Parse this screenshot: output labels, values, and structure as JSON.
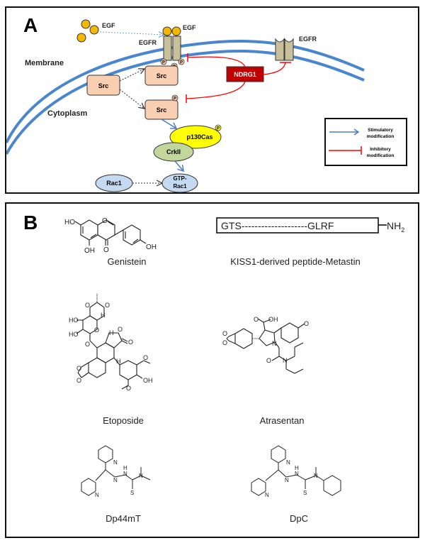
{
  "panel_a": {
    "label": "A",
    "regions": {
      "membrane": "Membrane",
      "cytoplasm": "Cytoplasm"
    },
    "ligands": {
      "egf_free": "EGF",
      "egf_bound": "EGF"
    },
    "receptors": {
      "egfr_left": "EGFR",
      "egfr_right": "EGFR"
    },
    "phospho": "P",
    "nodes": {
      "src_inactive": "Src",
      "src_membrane": "Src",
      "src_cyto": "Src",
      "ndrg1": "NDRG1",
      "p130cas": "p130Cas",
      "crkii": "CrkII",
      "rac1": "Rac1",
      "gtp_rac1_line1": "GTP-",
      "gtp_rac1_line2": "Rac1"
    },
    "legend": {
      "stimulatory_line1": "Stimulatory",
      "stimulatory_line2": "modification",
      "inhibitory_line1": "Inhibitory",
      "inhibitory_line2": "modification"
    },
    "colors": {
      "membrane": "#4a86d0",
      "egf": "#f5b800",
      "egfr": "#c8c09a",
      "src": "#f8cfb0",
      "ndrg1": "#c00000",
      "p130cas": "#ffff00",
      "crkii": "#c3d69b",
      "rac1": "#c5d9f1",
      "stimulatory": "#4a7ebb",
      "inhibitory": "#ff0000"
    }
  },
  "panel_b": {
    "label": "B",
    "compounds": [
      {
        "name": "Genistein"
      },
      {
        "name": "KISS1-derived peptide-Metastin",
        "sequence_start": "GTS",
        "sequence_dashes": "--------------------",
        "sequence_end": "GLRF",
        "terminal": "NH",
        "terminal_sub": "2"
      },
      {
        "name": "Etoposide"
      },
      {
        "name": "Atrasentan"
      },
      {
        "name": "Dp44mT"
      },
      {
        "name": "DpC"
      }
    ],
    "atoms": {
      "ho": "HO",
      "oh": "OH",
      "o": "O",
      "n": "N",
      "h": "H",
      "s": "S"
    }
  }
}
